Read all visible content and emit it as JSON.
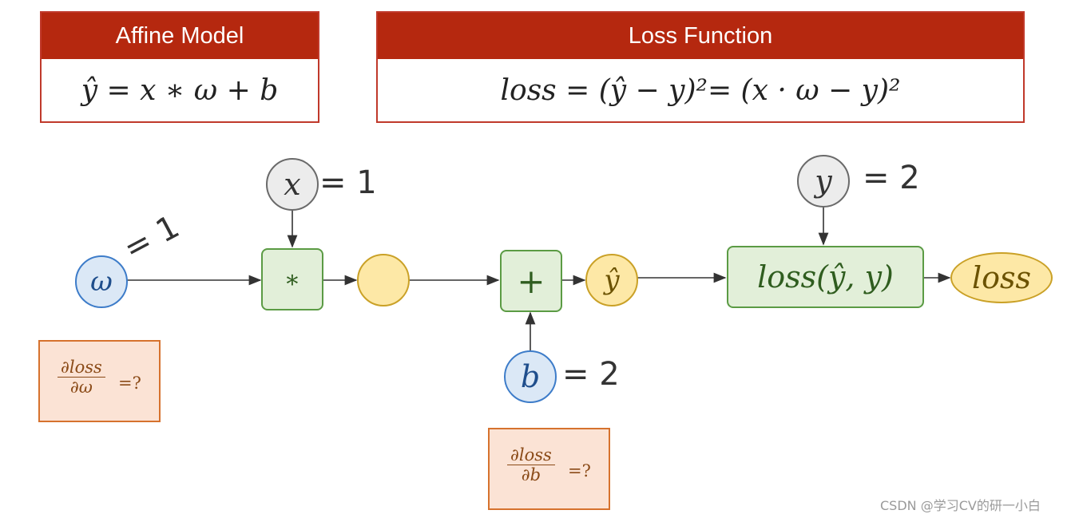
{
  "affine": {
    "title": "Affine Model",
    "formula": "ŷ = x ∗ ω + b"
  },
  "loss_fn": {
    "title": "Loss Function",
    "formula": "loss = (ŷ − y)²= (x · ω − y)²"
  },
  "nodes": {
    "w": {
      "symbol": "ω",
      "value_label": "= 1"
    },
    "x": {
      "symbol": "x",
      "value_label": "= 1"
    },
    "mul": {
      "symbol": "∗"
    },
    "add": {
      "symbol": "+"
    },
    "yhat": {
      "symbol": "ŷ"
    },
    "b": {
      "symbol": "b",
      "value_label": "= 2"
    },
    "y": {
      "symbol": "y",
      "value_label": "= 2"
    },
    "lossfn": {
      "symbol": "loss(ŷ, y)"
    },
    "loss": {
      "symbol": "loss"
    }
  },
  "questions": {
    "dw": {
      "num": "∂loss",
      "den": "∂ω",
      "suffix": "=?"
    },
    "db": {
      "num": "∂loss",
      "den": "∂b",
      "suffix": "=?"
    }
  },
  "watermark": "CSDN @学习CV的研一小白",
  "colors": {
    "header_red": "#b5280f",
    "blue": "#3d7cc9",
    "green": "#5b9b44",
    "yellow": "#caa127",
    "orange": "#d6722e"
  }
}
